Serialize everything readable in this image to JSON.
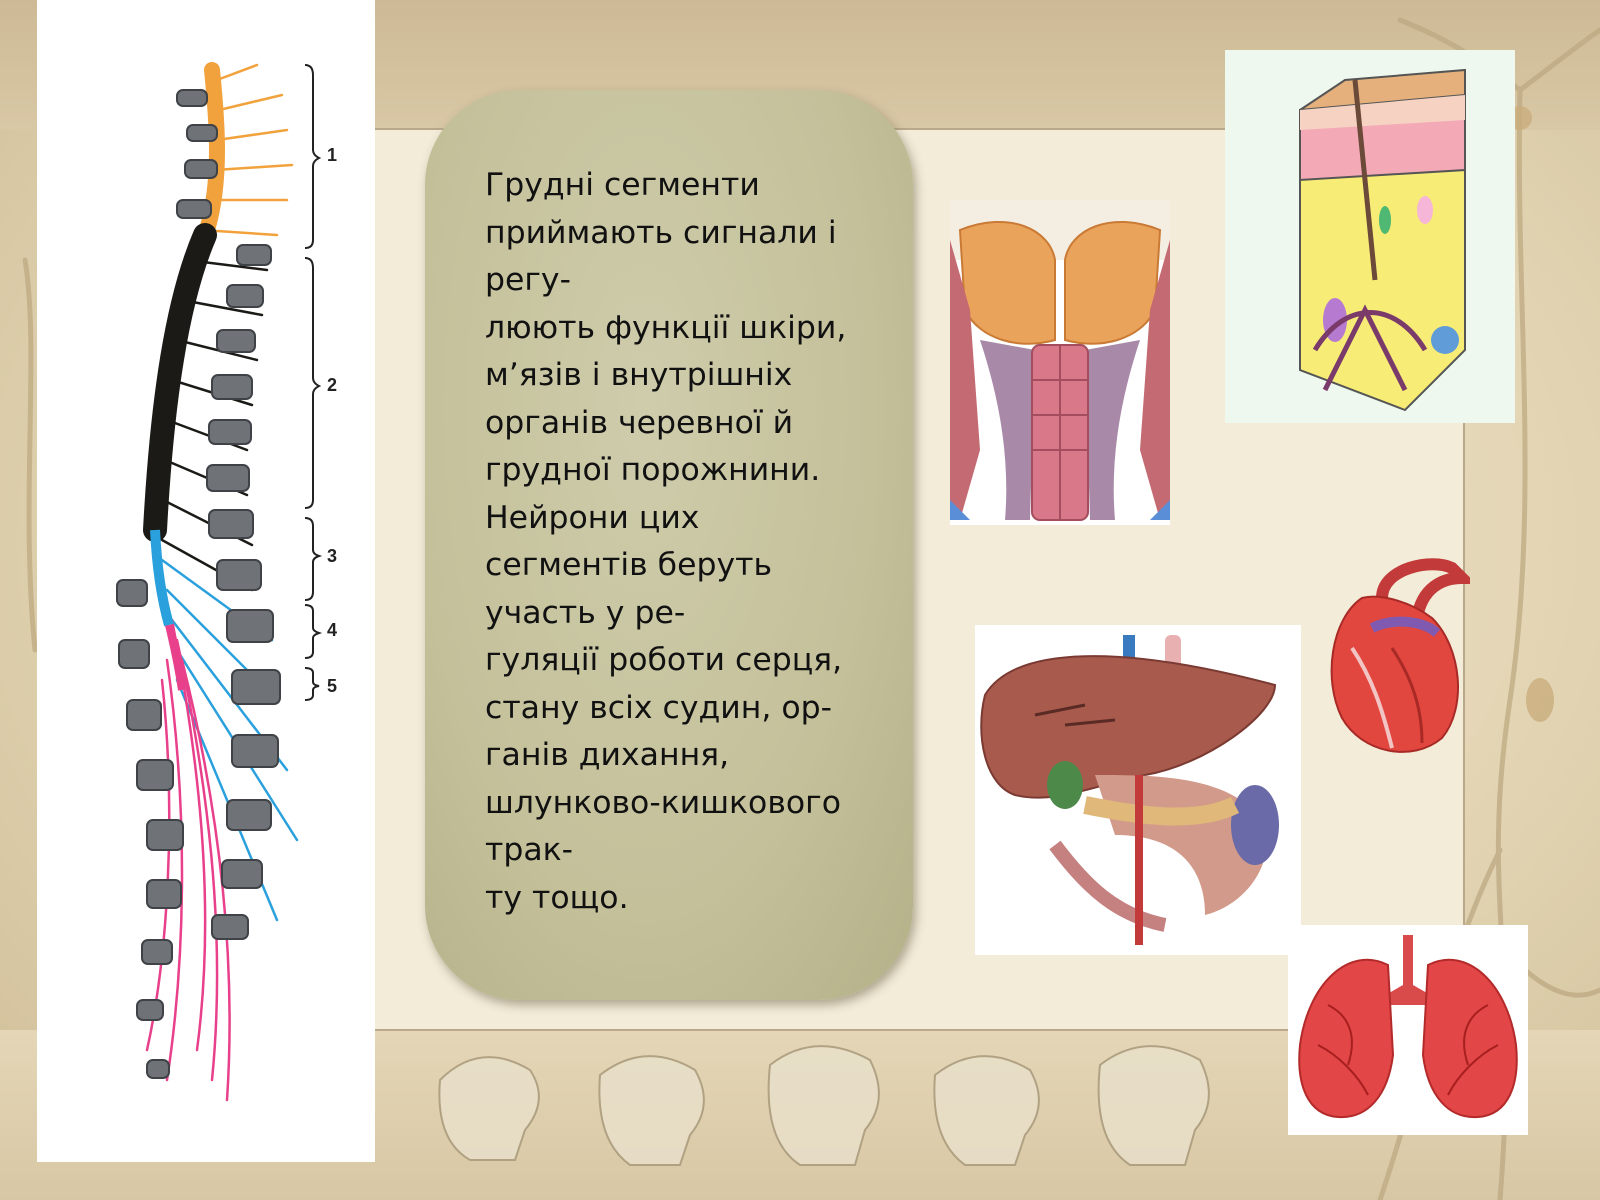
{
  "slide": {
    "text_lines": [
      "Грудні сегменти",
      "приймають сигнали і",
      "регу-",
      "люють функції шкіри,",
      "м’язів і внутрішніх",
      "органів черевної й",
      "грудної порожнини.",
      "Нейрони цих",
      "сегментів беруть",
      "участь у ре-",
      "гуляції роботи серця,",
      "стану всіх судин, ор-",
      "ганів дихання,",
      "шлунково-кишкового",
      "трак-",
      "ту тощо."
    ]
  },
  "spine_diagram": {
    "section_labels": [
      "1",
      "2",
      "3",
      "4",
      "5"
    ],
    "colors": {
      "cervical": "#f2a23c",
      "thoracic": "#1b1a16",
      "lumbar": "#2aa0dc",
      "sacral": "#e8408a",
      "vertebra": "#6f7378"
    }
  },
  "illustrations": {
    "muscles": {
      "icon": "torso-muscles-illustration"
    },
    "skin": {
      "icon": "skin-cross-section-illustration"
    },
    "liver": {
      "icon": "liver-organs-illustration"
    },
    "heart": {
      "icon": "heart-illustration"
    },
    "lungs": {
      "icon": "lungs-illustration"
    }
  }
}
